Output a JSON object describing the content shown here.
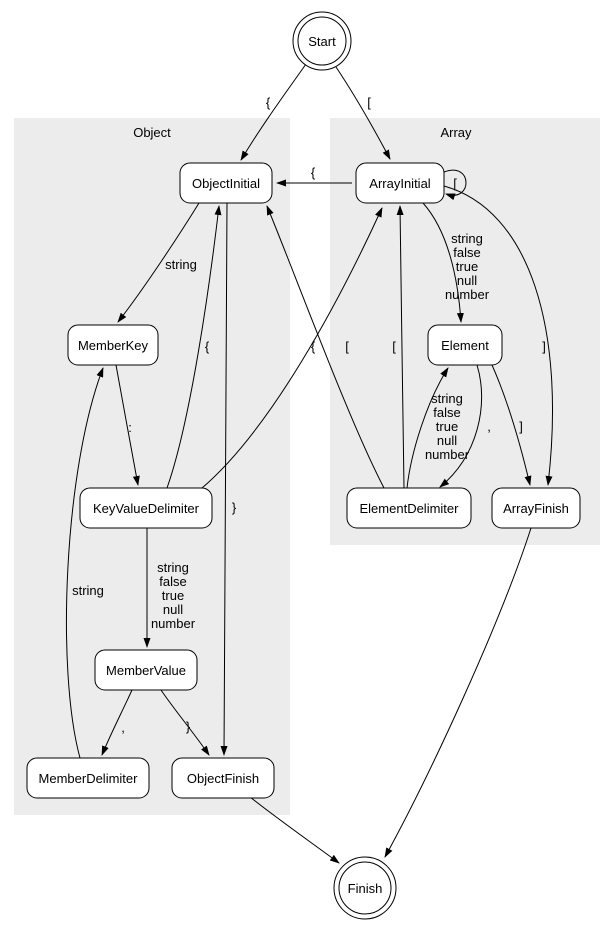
{
  "diagram": {
    "kind": "state-machine",
    "colors": {
      "background": "#ffffff",
      "cluster_fill": "#ececec",
      "node_fill": "#ffffff",
      "stroke": "#000000"
    },
    "clusters": {
      "object": {
        "label": "Object"
      },
      "array": {
        "label": "Array"
      }
    },
    "nodes": {
      "start": {
        "label": "Start",
        "shape": "doublecircle"
      },
      "object_initial": {
        "label": "ObjectInitial",
        "shape": "box"
      },
      "array_initial": {
        "label": "ArrayInitial",
        "shape": "box"
      },
      "member_key": {
        "label": "MemberKey",
        "shape": "box"
      },
      "element": {
        "label": "Element",
        "shape": "box"
      },
      "key_value_delimiter": {
        "label": "KeyValueDelimiter",
        "shape": "box"
      },
      "element_delimiter": {
        "label": "ElementDelimiter",
        "shape": "box"
      },
      "array_finish": {
        "label": "ArrayFinish",
        "shape": "box"
      },
      "member_value": {
        "label": "MemberValue",
        "shape": "box"
      },
      "member_delimiter": {
        "label": "MemberDelimiter",
        "shape": "box"
      },
      "object_finish": {
        "label": "ObjectFinish",
        "shape": "box"
      },
      "finish": {
        "label": "Finish",
        "shape": "doublecircle"
      }
    },
    "edges": [
      {
        "from": "Start",
        "to": "ObjectInitial",
        "label": "{"
      },
      {
        "from": "Start",
        "to": "ArrayInitial",
        "label": "["
      },
      {
        "from": "ArrayInitial",
        "to": "ObjectInitial",
        "label": "{"
      },
      {
        "from": "ArrayInitial",
        "to": "ArrayInitial",
        "label": "["
      },
      {
        "from": "ArrayInitial",
        "to": "Element",
        "label_lines": [
          "string",
          "false",
          "true",
          "null",
          "number"
        ]
      },
      {
        "from": "ArrayInitial",
        "to": "ArrayFinish",
        "label": "]"
      },
      {
        "from": "ObjectInitial",
        "to": "MemberKey",
        "label": "string"
      },
      {
        "from": "ObjectInitial",
        "to": "ObjectFinish",
        "label": "}"
      },
      {
        "from": "MemberKey",
        "to": "KeyValueDelimiter",
        "label": ":"
      },
      {
        "from": "KeyValueDelimiter",
        "to": "MemberValue",
        "label_lines": [
          "string",
          "false",
          "true",
          "null",
          "number"
        ]
      },
      {
        "from": "KeyValueDelimiter",
        "to": "ObjectInitial",
        "label": "{"
      },
      {
        "from": "KeyValueDelimiter",
        "to": "ArrayInitial",
        "label": "["
      },
      {
        "from": "MemberValue",
        "to": "MemberDelimiter",
        "label": ","
      },
      {
        "from": "MemberValue",
        "to": "ObjectFinish",
        "label": "}"
      },
      {
        "from": "MemberDelimiter",
        "to": "MemberKey",
        "label": "string"
      },
      {
        "from": "Element",
        "to": "ElementDelimiter",
        "label": ","
      },
      {
        "from": "Element",
        "to": "ArrayFinish",
        "label": "]"
      },
      {
        "from": "ElementDelimiter",
        "to": "Element",
        "label_lines": [
          "string",
          "false",
          "true",
          "null",
          "number"
        ]
      },
      {
        "from": "ElementDelimiter",
        "to": "ObjectInitial",
        "label": "{"
      },
      {
        "from": "ElementDelimiter",
        "to": "ArrayInitial",
        "label": "["
      },
      {
        "from": "ObjectFinish",
        "to": "Finish",
        "label": ""
      },
      {
        "from": "ArrayFinish",
        "to": "Finish",
        "label": ""
      }
    ]
  }
}
